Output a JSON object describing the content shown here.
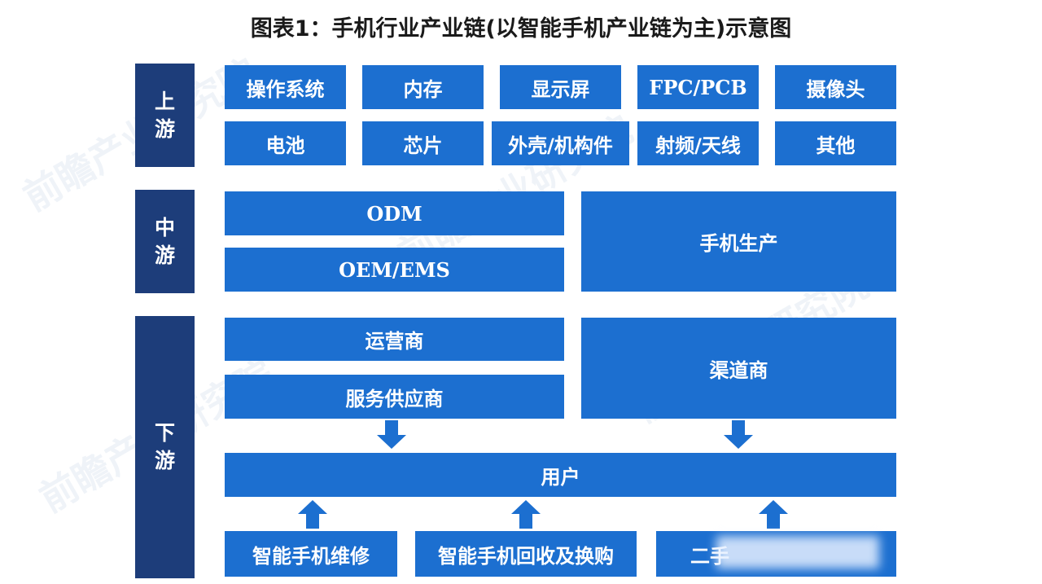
{
  "title": "图表1：手机行业产业链(以智能手机产业链为主)示意图",
  "sections": {
    "upstream": "上游",
    "midstream": "中游",
    "downstream": "下游"
  },
  "upstream": {
    "row1": [
      "操作系统",
      "内存",
      "显示屏",
      "FPC/PCB",
      "摄像头"
    ],
    "row2": [
      "电池",
      "芯片",
      "外壳/机构件",
      "射频/天线",
      "其他"
    ]
  },
  "midstream": {
    "odm": "ODM",
    "oem": "OEM/EMS",
    "production": "手机生产"
  },
  "downstream": {
    "operator": "运营商",
    "service": "服务供应商",
    "channel": "渠道商",
    "users": "用户",
    "repair": "智能手机维修",
    "recycle": "智能手机回收及换购",
    "secondhand": "二手"
  },
  "colors": {
    "side": "#1d3d7a",
    "box": "#1c6fd0",
    "arrow": "#1c6fd0"
  }
}
